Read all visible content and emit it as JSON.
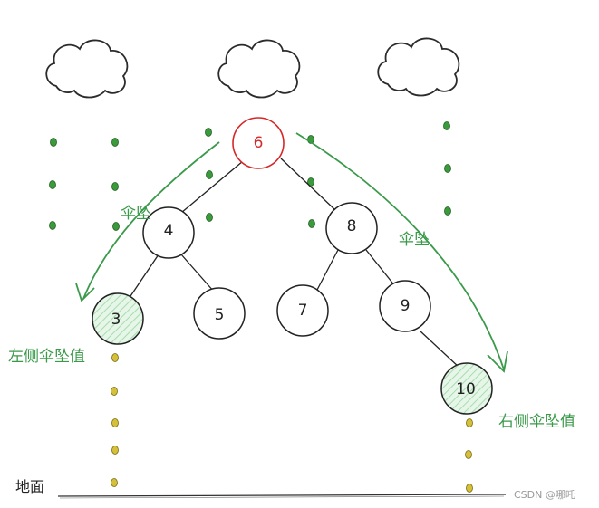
{
  "nodes": [
    {
      "id": "n6",
      "label": "6",
      "highlight": "root"
    },
    {
      "id": "n4",
      "label": "4"
    },
    {
      "id": "n8",
      "label": "8"
    },
    {
      "id": "n3",
      "label": "3",
      "highlight": "fill"
    },
    {
      "id": "n5",
      "label": "5"
    },
    {
      "id": "n7",
      "label": "7"
    },
    {
      "id": "n9",
      "label": "9"
    },
    {
      "id": "n10",
      "label": "10",
      "highlight": "fill"
    }
  ],
  "edges": [
    [
      "n6",
      "n4"
    ],
    [
      "n6",
      "n8"
    ],
    [
      "n4",
      "n3"
    ],
    [
      "n4",
      "n5"
    ],
    [
      "n8",
      "n7"
    ],
    [
      "n8",
      "n9"
    ],
    [
      "n9",
      "n10"
    ]
  ],
  "labels": {
    "fall_left": "伞坠",
    "fall_right": "伞坠",
    "left_value": "左侧伞坠值",
    "right_value": "右侧伞坠值",
    "ground": "地面"
  },
  "watermark": "CSDN @哪吒",
  "colors": {
    "root": "#d62828",
    "green": "#3a9a4a",
    "fill_green": "#d8f0da",
    "drop_green": "#3b9a3b",
    "drop_yellow": "#c9b530"
  }
}
